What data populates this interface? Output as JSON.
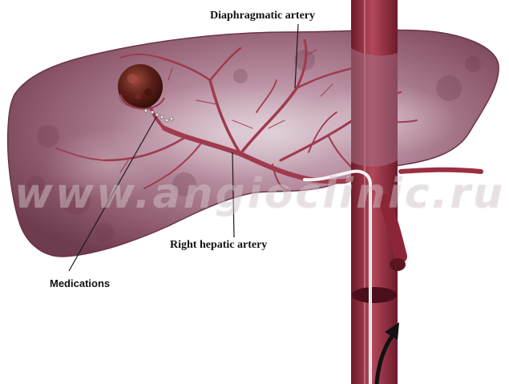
{
  "labels": {
    "diaphragmatic_artery": "Diaphragmatic artery",
    "right_hepatic_artery": "Right hepatic artery",
    "medications": "Medications"
  },
  "watermark": "www.angioclinic.ru",
  "colors": {
    "liver": "#8e5a6c",
    "liver_highlight": "#c9b2bf",
    "artery": "#a03a4e",
    "aorta": "#9b2f42",
    "tumor": "#5a1d16",
    "catheter": "#f2f2f2",
    "label_text": "#111111"
  }
}
